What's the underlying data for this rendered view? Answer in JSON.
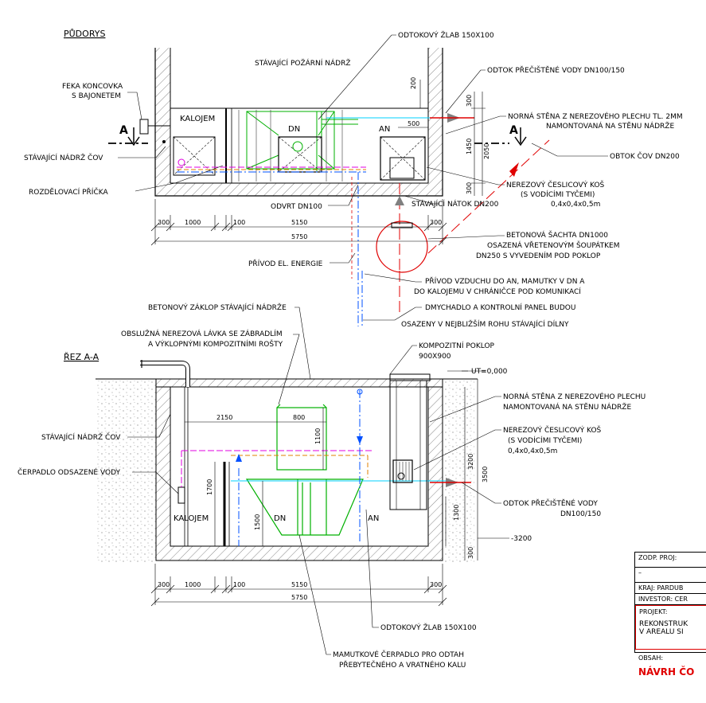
{
  "plan": {
    "title": "PŮDORYS",
    "existing_tank": "STÁVAJÍCÍ POŽÁRNÍ NÁDRŽ",
    "zone_kalojem": "KALOJEM",
    "zone_dn": "DN",
    "zone_an": "AN",
    "section_mark": "A",
    "dims": {
      "d300a": "300",
      "d1000": "1000",
      "d100": "100",
      "d5150": "5150",
      "d300b": "300",
      "d5750": "5750",
      "d200": "200",
      "d300c": "300",
      "d500": "500",
      "d1450": "1450",
      "d2050": "2050",
      "d300d": "300"
    },
    "labels": {
      "feka": [
        "FEKA KONCOVKA",
        "S BAJONETEM"
      ],
      "stav_nadrz": "STÁVAJÍCÍ NÁDRŽ ČOV",
      "rozdel": "ROZDĚLOVACÍ PŘÍČKA",
      "odvrt": "ODVRT DN100",
      "privod_el": "PŘÍVOD EL. ENERGIE",
      "zlab": "ODTOKOVÝ ŽLAB 150X100",
      "odtok": "ODTOK PŘEČIŠTĚNÉ VODY DN100/150",
      "norna": [
        "NORNÁ STĚNA Z NEREZOVÉHO PLECHU TL. 2MM",
        "NAMONTOVANÁ NA STĚNU NÁDRŽE"
      ],
      "obtok": "OBTOK ČOV DN200",
      "kos": [
        "NEREZOVÝ ČESLICOVÝ KOŠ",
        "(S VODÍCÍMI TYČEMI)",
        "0,4x0,4x0,5m"
      ],
      "natok": "STÁVAJÍCÍ NÁTOK DN200",
      "sachta": [
        "BETONOVÁ ŠACHTA DN1000",
        "OSAZENÁ VŘETENOVÝM ŠOUPÁTKEM",
        "DN250 S VYVEDENÍM POD POKLOP"
      ],
      "vzduch": [
        "PŘÍVOD VZDUCHU DO AN, MAMUTKY V DN A",
        "DO KALOJEMU V CHRÁNIČCE POD KOMUNIKACÍ"
      ],
      "dmychadlo": [
        "DMYCHADLO A KONTROLNÍ PANEL BUDOU",
        "OSAZENY V NEJBLIŽŠÍM ROHU STÁVAJÍCÍ DÍLNY"
      ]
    }
  },
  "section": {
    "title": "ŘEZ A-A",
    "zone_kalojem": "KALOJEM",
    "zone_dn": "DN",
    "zone_an": "AN",
    "dims": {
      "d2150": "2150",
      "d800": "800",
      "d1100": "1100",
      "d1700": "1700",
      "d1500": "1500",
      "d1300": "1300",
      "d3200": "3200",
      "d3500": "3500",
      "d300v": "300",
      "d300a": "300",
      "d1000": "1000",
      "d100": "100",
      "d5150": "5150",
      "d300b": "300",
      "d5750": "5750"
    },
    "labels": {
      "zaklop": "BETONOVÝ ZÁKLOP STÁVAJÍCÍ NÁDRŽE",
      "lavka": [
        "OBSLUŽNÁ NEREZOVÁ LÁVKA SE ZÁBRADLÍM",
        "A VÝKLOPNÝMI KOMPOZITNÍMI ROŠTY"
      ],
      "poklop": [
        "KOMPOZITNÍ POKLOP",
        "900X900"
      ],
      "ut0": "UT=0,000",
      "ut_low": "-3200",
      "stav_nadrz": "STÁVAJÍCÍ NÁDRŽ ČOV",
      "cerpadlo": "ČERPADLO ODSAZENÉ VODY",
      "norna": [
        "NORNÁ STĚNA Z NEREZOVÉHO PLECHU",
        "NAMONTOVANÁ NA STĚNU NÁDRŽE"
      ],
      "kos": [
        "NEREZOVÝ ČESLICOVÝ KOŠ",
        "(S VODÍCÍMI TYČEMI)",
        "0,4x0,4x0,5m"
      ],
      "odtok": [
        "ODTOK PŘEČIŠTĚNÉ VODY",
        "DN100/150"
      ],
      "zlab": "ODTOKOVÝ ŽLAB 150X100",
      "mamut": [
        "MAMUTKOVÉ ČERPADLO PRO ODTAH",
        "PŘEBYTEČNÉHO A VRATNÉHO KALU"
      ]
    }
  },
  "title_block": {
    "zodp": "ZODP. PROJ:",
    "dash": "–",
    "kraj": "KRAJ: PARDUB",
    "investor": "INVESTOR: CER",
    "projekt": "PROJEKT:",
    "projekt_l1": "REKONSTRUK",
    "projekt_l2": "V AREÁLU SI",
    "obsah": "OBSAH:",
    "navrh": "NÁVRH ČO"
  },
  "colors": {
    "green": "#00b000",
    "blue": "#0050ff",
    "red": "#e00000",
    "magenta": "#e000e0",
    "orange": "#e08000",
    "cyan": "#00d0ff",
    "grey": "#808080"
  }
}
